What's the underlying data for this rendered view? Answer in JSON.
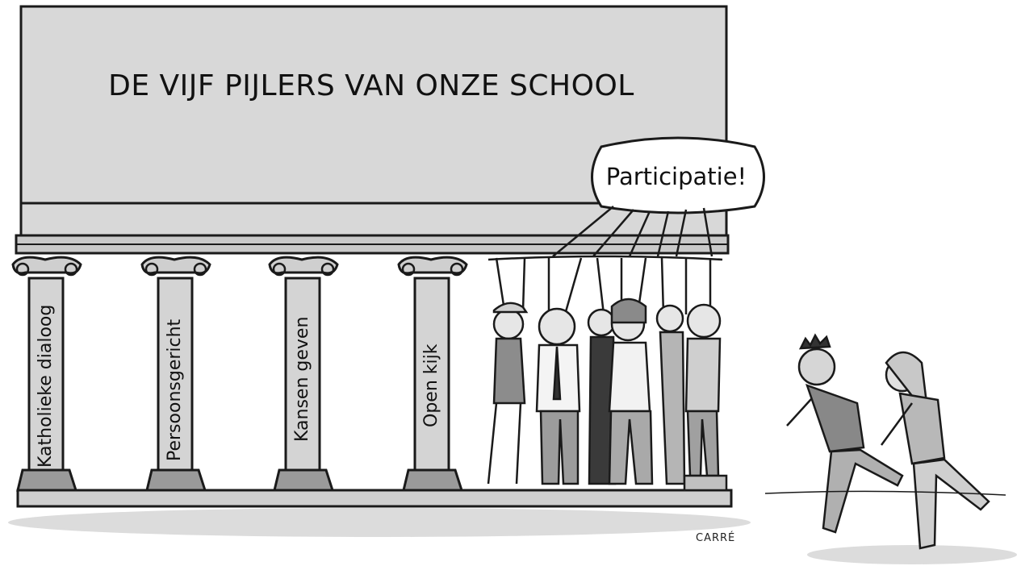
{
  "title": "DE VIJF PIJLERS VAN ONZE SCHOOL",
  "pillars": [
    {
      "label": "Katholieke dialoog"
    },
    {
      "label": "Persoonsgericht"
    },
    {
      "label": "Kansen geven"
    },
    {
      "label": "Open kijk"
    }
  ],
  "speech_bubble": "Participatie!",
  "signature": "CARRÉ",
  "colors": {
    "wall": "#d6d6d6",
    "pillar": "#cfcfcf",
    "base": "#9a9a9a",
    "outline": "#1a1a1a",
    "shadow": "#c4c4c4"
  }
}
